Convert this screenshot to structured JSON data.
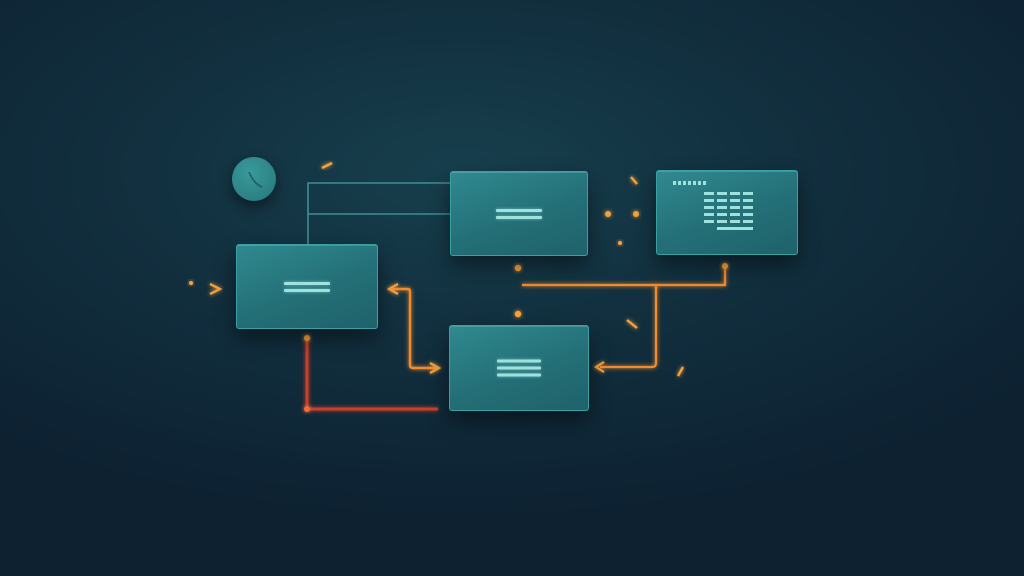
{
  "diagram": {
    "nodes": [
      {
        "id": "process-left",
        "icon": "menu-icon"
      },
      {
        "id": "process-top",
        "icon": "menu-icon"
      },
      {
        "id": "process-bottom",
        "icon": "menu-icon"
      },
      {
        "id": "data-panel",
        "icon": "grid-icon"
      },
      {
        "id": "clock",
        "icon": "clock-icon"
      }
    ],
    "connectors": [
      {
        "from": "process-left",
        "to": "process-top",
        "style": "teal-line"
      },
      {
        "from": "process-left",
        "to": "process-bottom",
        "style": "orange-glow"
      },
      {
        "from": "process-top",
        "to": "process-bottom",
        "style": "orange-glow"
      },
      {
        "from": "process-top",
        "to": "data-panel",
        "style": "orange-glow"
      },
      {
        "from": "data-panel",
        "to": "process-bottom",
        "style": "orange-glow"
      },
      {
        "from": "process-left",
        "to": "output",
        "style": "red-line"
      }
    ],
    "colors": {
      "background": "#12303f",
      "node": "#2a7d83",
      "node_icon": "#9fe1dc",
      "teal_line": "#3f8e96",
      "orange_glow": "#f28a2e",
      "red_line": "#c8402a"
    }
  }
}
